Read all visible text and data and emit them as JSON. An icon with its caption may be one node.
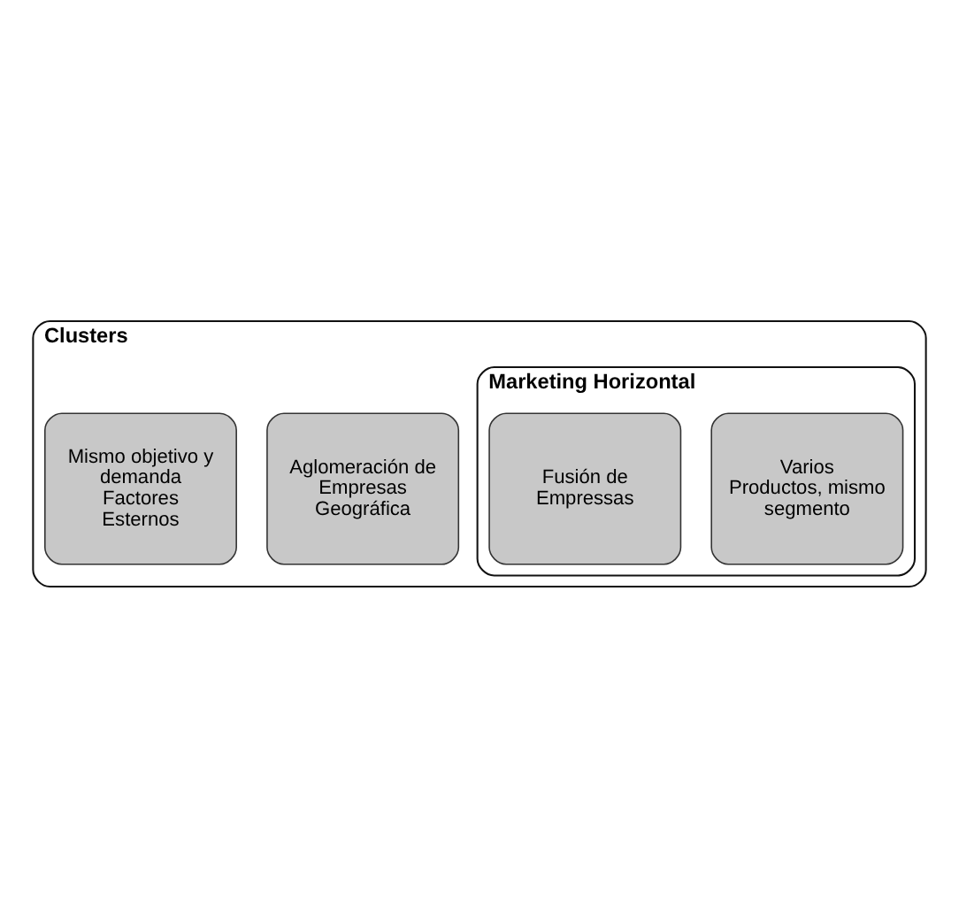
{
  "diagram": {
    "nodes": [
      {
        "text": [
          "Clusters"
        ]
      },
      {
        "text": [
          "Aglomeración de Empresas Geográfica"
        ],
        "in": 0
      },
      {
        "text": [
          "Mismo objetivo y demanda",
          "Factores Esternos"
        ],
        "in": 0
      },
      {
        "text": [
          "Marketing Horizontal"
        ],
        "in": 0
      },
      {
        "text": [
          "Varios Productos, mismo segmento"
        ],
        "in": 3
      },
      {
        "text": [
          "Fusión de Empressas"
        ],
        "in": 3
      }
    ]
  }
}
